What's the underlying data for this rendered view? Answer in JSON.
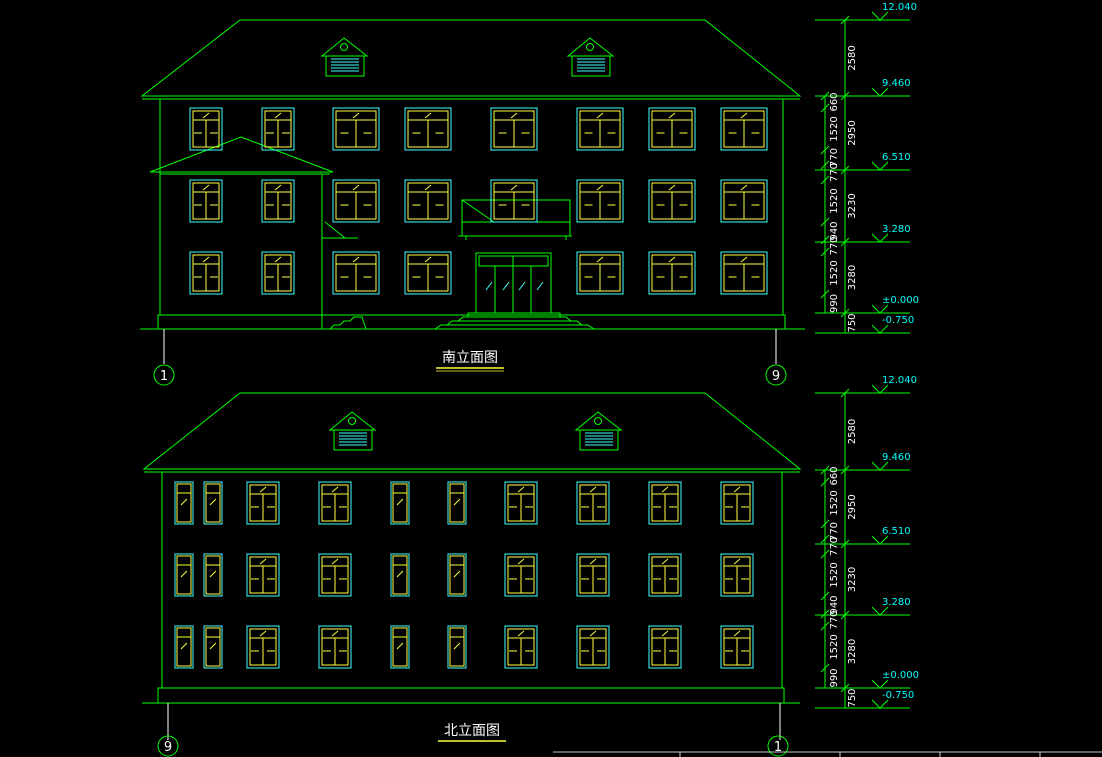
{
  "views": [
    {
      "title": "南立面图",
      "axis_left": "1",
      "axis_right": "9",
      "elevations": [
        "12.040",
        "9.460",
        "6.510",
        "3.280",
        "±0.000",
        "-0.750"
      ],
      "dims_outer": [
        "2580",
        "2950",
        "3230",
        "3280",
        "750"
      ],
      "dims_inner": [
        "660",
        "1520",
        "770",
        "770",
        "1520",
        "940",
        "770",
        "1520",
        "990"
      ]
    },
    {
      "title": "北立面图",
      "axis_left": "9",
      "axis_right": "1",
      "elevations": [
        "12.040",
        "9.460",
        "6.510",
        "3.280",
        "±0.000",
        "-0.750"
      ],
      "dims_outer": [
        "2580",
        "2950",
        "3230",
        "3280",
        "750"
      ],
      "dims_inner": [
        "660",
        "1520",
        "770",
        "770",
        "1520",
        "940",
        "770",
        "1520",
        "990"
      ]
    }
  ],
  "colors": {
    "background": "#000000",
    "outline": "#00ff00",
    "window_frame": "#ffff40",
    "window_glass": "#40ffff",
    "text": "#00ffff",
    "title": "#ffffff"
  }
}
